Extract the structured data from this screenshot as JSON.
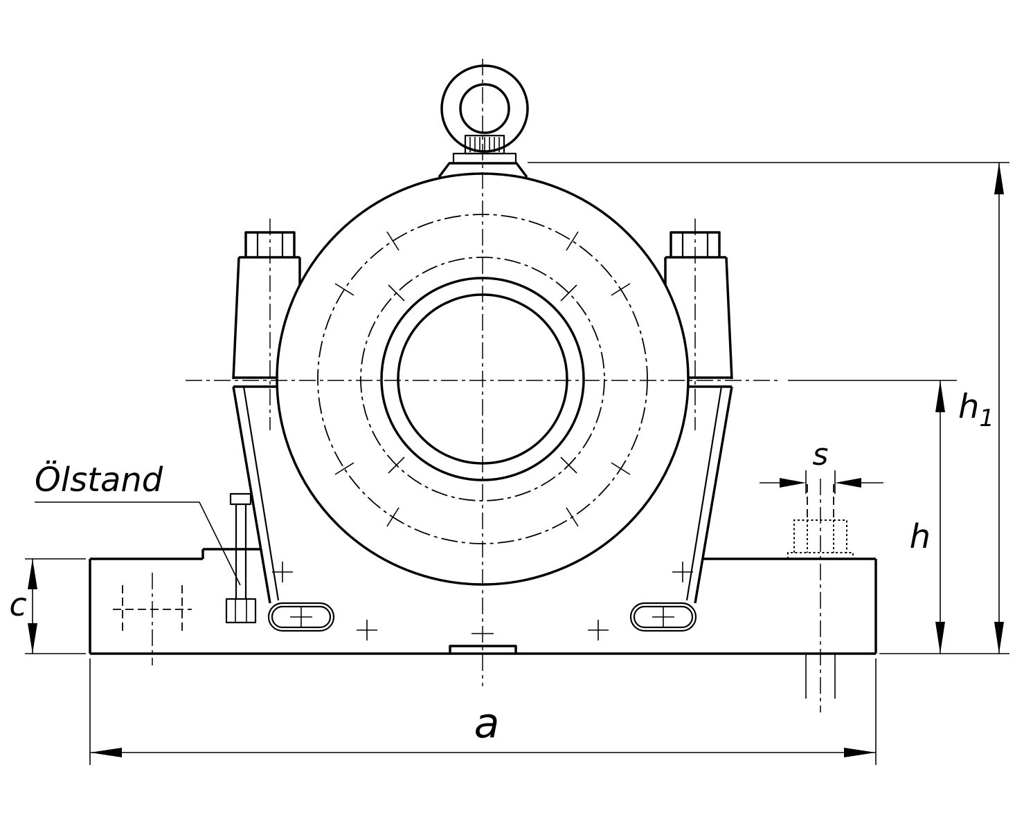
{
  "labels": {
    "olstand": "Ölstand",
    "a": "a",
    "h": "h",
    "h1_main": "h",
    "h1_sub": "1",
    "s": "s",
    "c": "c"
  },
  "colors": {
    "line": "#000000",
    "background": "#ffffff"
  }
}
